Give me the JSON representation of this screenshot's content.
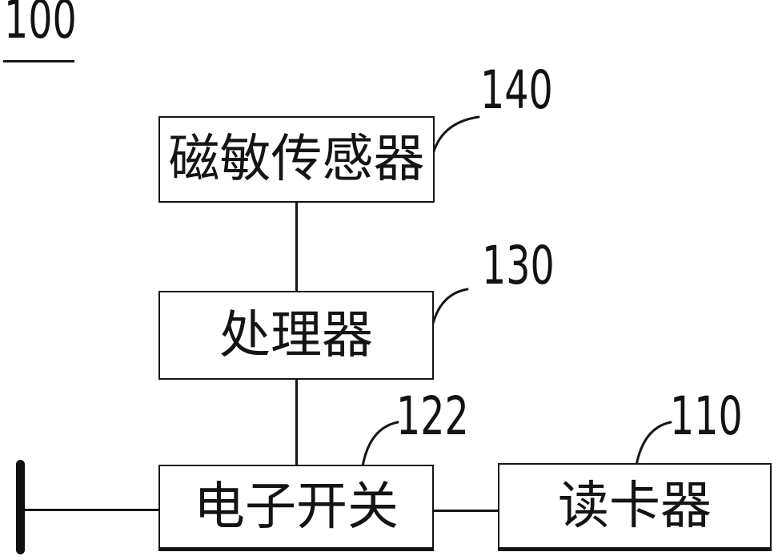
{
  "figure": {
    "reference_number": "100",
    "colors": {
      "ink": "#151515",
      "background": "#ffffff"
    }
  },
  "blocks": [
    {
      "name": "magnetic-sensor",
      "label": "磁敏传感器",
      "ref": "140"
    },
    {
      "name": "processor",
      "label": "处理器",
      "ref": "130"
    },
    {
      "name": "electronic-switch",
      "label": "电子开关",
      "ref": "122"
    },
    {
      "name": "card-reader",
      "label": "读卡器",
      "ref": "110"
    }
  ],
  "diagram": {
    "type": "block-diagram",
    "nodes": [
      "磁敏传感器",
      "处理器",
      "电子开关",
      "读卡器",
      "terminal-bar"
    ],
    "edges": [
      {
        "from": "磁敏传感器",
        "to": "处理器",
        "style": "plain-line"
      },
      {
        "from": "处理器",
        "to": "电子开关",
        "style": "plain-line"
      },
      {
        "from": "电子开关",
        "to": "读卡器",
        "style": "plain-line"
      },
      {
        "from": "电子开关",
        "to": "terminal-bar",
        "style": "plain-line"
      }
    ],
    "leader_lines": [
      {
        "ref": "140",
        "attaches_to": "磁敏传感器",
        "shape": "curved"
      },
      {
        "ref": "130",
        "attaches_to": "处理器",
        "shape": "curved"
      },
      {
        "ref": "122",
        "attaches_to": "电子开关",
        "shape": "curved"
      },
      {
        "ref": "110",
        "attaches_to": "读卡器",
        "shape": "curved"
      }
    ]
  }
}
